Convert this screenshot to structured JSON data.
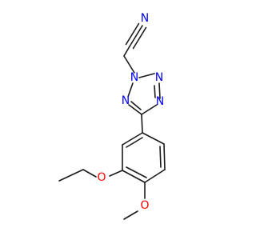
{
  "molecule": {
    "atom_labels": {
      "nitrile_n": "N",
      "tetrazole_n2": "N",
      "tetrazole_n3": "N",
      "tetrazole_n4": "N",
      "tetrazole_n1": "N",
      "ethoxy_o": "O",
      "methoxy_o": "O"
    },
    "colors": {
      "carbon_bond": "#1a1a1a",
      "nitrogen": "#0000ff",
      "oxygen": "#ff0000"
    }
  }
}
